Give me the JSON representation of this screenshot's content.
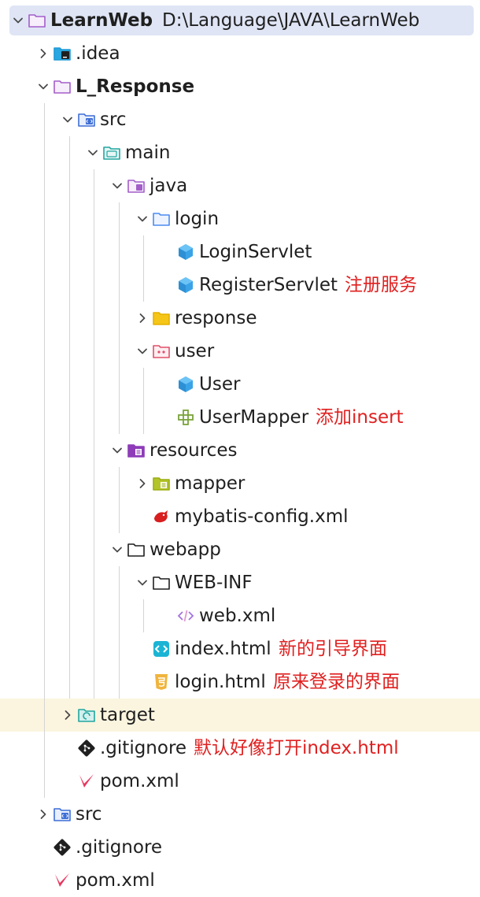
{
  "colors": {
    "selected_row": "#dfe5f5",
    "highlighted_row": "#fbf5df",
    "annotation": "#e02020",
    "guide_line": "#d4d4d4"
  },
  "tree": [
    {
      "label": "LearnWeb",
      "path": "D:\\Language\\JAVA\\LearnWeb",
      "depth": 0,
      "expanded": true,
      "icon": "module-folder-icon",
      "bold": true,
      "selected": true,
      "name": "learnweb"
    },
    {
      "label": ".idea",
      "depth": 1,
      "expanded": false,
      "icon": "idea-folder-icon",
      "name": "idea"
    },
    {
      "label": "L_Response",
      "depth": 1,
      "expanded": true,
      "icon": "module-folder-icon",
      "bold": true,
      "name": "l-response"
    },
    {
      "label": "src",
      "depth": 2,
      "expanded": true,
      "icon": "source-folder-icon",
      "name": "src"
    },
    {
      "label": "main",
      "depth": 3,
      "expanded": true,
      "icon": "main-folder-icon",
      "name": "main"
    },
    {
      "label": "java",
      "depth": 4,
      "expanded": true,
      "icon": "java-folder-icon",
      "name": "java"
    },
    {
      "label": "login",
      "depth": 5,
      "expanded": true,
      "icon": "package-folder-icon",
      "name": "login"
    },
    {
      "label": "LoginServlet",
      "depth": 6,
      "icon": "java-class-icon",
      "name": "loginservlet"
    },
    {
      "label": "RegisterServlet",
      "depth": 6,
      "icon": "java-class-icon",
      "note": "注册服务",
      "name": "registerservlet"
    },
    {
      "label": "response",
      "depth": 5,
      "expanded": false,
      "icon": "yellow-folder-icon",
      "name": "response"
    },
    {
      "label": "user",
      "depth": 5,
      "expanded": true,
      "icon": "user-package-icon",
      "name": "user"
    },
    {
      "label": "User",
      "depth": 6,
      "icon": "java-class-icon",
      "name": "user-class"
    },
    {
      "label": "UserMapper",
      "depth": 6,
      "icon": "mapper-interface-icon",
      "note": "添加insert",
      "name": "usermapper"
    },
    {
      "label": "resources",
      "depth": 4,
      "expanded": true,
      "icon": "resources-folder-icon",
      "name": "resources"
    },
    {
      "label": "mapper",
      "depth": 5,
      "expanded": false,
      "icon": "mapper-folder-icon",
      "name": "mapper"
    },
    {
      "label": "mybatis-config.xml",
      "depth": 5,
      "icon": "mybatis-bird-icon",
      "name": "mybatis-config"
    },
    {
      "label": "webapp",
      "depth": 4,
      "expanded": true,
      "icon": "folder-icon",
      "name": "webapp"
    },
    {
      "label": "WEB-INF",
      "depth": 5,
      "expanded": true,
      "icon": "folder-icon",
      "name": "web-inf"
    },
    {
      "label": "web.xml",
      "depth": 6,
      "icon": "xml-file-icon",
      "name": "web-xml"
    },
    {
      "label": "index.html",
      "depth": 5,
      "icon": "html-preview-icon",
      "note": "新的引导界面",
      "name": "index-html"
    },
    {
      "label": "login.html",
      "depth": 5,
      "icon": "html5-file-icon",
      "note": "原来登录的界面",
      "name": "login-html"
    },
    {
      "label": "target",
      "depth": 2,
      "expanded": false,
      "icon": "target-folder-icon",
      "highlighted": true,
      "name": "target"
    },
    {
      "label": ".gitignore",
      "depth": 2,
      "icon": "git-file-icon",
      "note": "默认好像打开index.html",
      "name": "gitignore-inner"
    },
    {
      "label": "pom.xml",
      "depth": 2,
      "icon": "maven-icon",
      "name": "pom-inner"
    },
    {
      "label": "src",
      "depth": 1,
      "expanded": false,
      "icon": "source-folder-icon",
      "name": "src-root"
    },
    {
      "label": ".gitignore",
      "depth": 1,
      "icon": "git-file-icon",
      "name": "gitignore-root"
    },
    {
      "label": "pom.xml",
      "depth": 1,
      "icon": "maven-icon",
      "name": "pom-root"
    }
  ]
}
